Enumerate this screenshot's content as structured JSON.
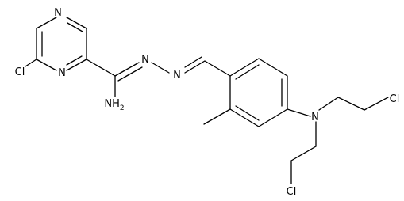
{
  "molecule": {
    "atoms": {
      "pyrazine_n_top": "N",
      "pyrazine_n_bottom": "N",
      "chlorine_pyrazine": "Cl",
      "amine": "NH",
      "amine_subscript": "2",
      "hydrazone_n1": "N",
      "hydrazone_n2": "N",
      "aniline_n": "N",
      "chlorine_ethyl_top": "Cl",
      "chlorine_ethyl_bottom": "Cl"
    }
  }
}
